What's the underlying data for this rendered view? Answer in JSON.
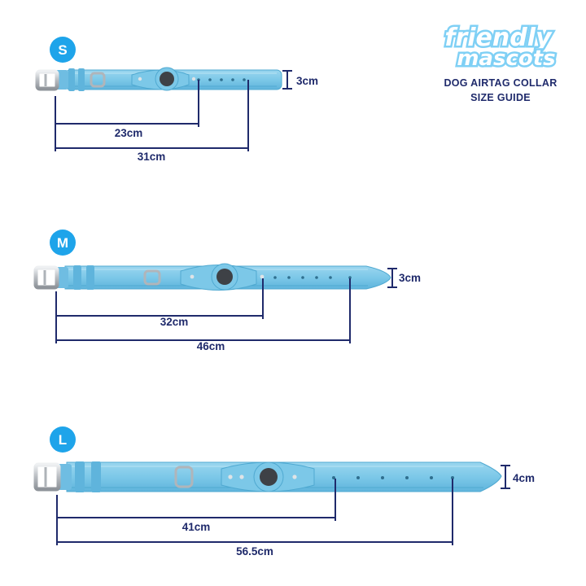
{
  "brand": {
    "logo_line1": "friendly",
    "logo_line2": "mascots",
    "subtitle_line1": "DOG AIRTAG COLLAR",
    "subtitle_line2": "SIZE GUIDE"
  },
  "colors": {
    "badge": "#1ea4ea",
    "collar": "#7cc8e8",
    "collar_dark": "#4fa9d1",
    "metal": "#c9cdd2",
    "line": "#1f2a6b",
    "logo": "#7fd0f5"
  },
  "sizes": [
    {
      "label": "S",
      "width": "3cm",
      "short": "23cm",
      "long": "31cm"
    },
    {
      "label": "M",
      "width": "3cm",
      "short": "32cm",
      "long": "46cm"
    },
    {
      "label": "L",
      "width": "4cm",
      "short": "41cm",
      "long": "56.5cm"
    }
  ]
}
